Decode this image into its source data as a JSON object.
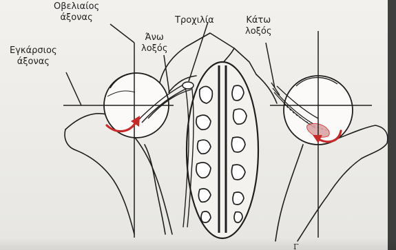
{
  "labels": {
    "sagittal_axis": [
      "Οβελιαίος",
      "άξονας"
    ],
    "transverse_axis": [
      "Εγκάρσιος",
      "άξονας"
    ],
    "superior_oblique": [
      "Άνω",
      "λοξός"
    ],
    "trochlea": "Τροχιλία",
    "inferior_oblique": [
      "Κάτω",
      "λοξός"
    ]
  },
  "page_mark": "Γ",
  "colors": {
    "ink": "#1e1e1e",
    "paper": "#efeeeb",
    "action_arrow": "#c62b2b"
  }
}
